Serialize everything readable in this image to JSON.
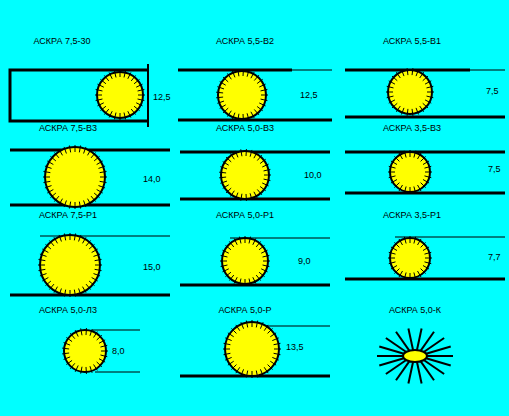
{
  "diagram": {
    "labels": [
      "АСКРА 7,5-30",
      "12,5",
      "АСКРА 5,5-В2",
      "12,5",
      "АСКРА 5,5-В1",
      "7,5",
      "АСКРА 7,5-В3",
      "14,0",
      "АСКРА 5,0-В3",
      "10,0",
      "АСКРА 3,5-В3",
      "7,5",
      "АСКРА 7,5-Р1",
      "15,0",
      "АСКРА 5,0-Р1",
      "9,0",
      "АСКРА 3,5-Р1",
      "7,7",
      "АСКРА 5,0-Л3",
      "8,0",
      "АСКРА 5,0-Р",
      "13,5",
      "АСКРА 5,0-К"
    ]
  }
}
